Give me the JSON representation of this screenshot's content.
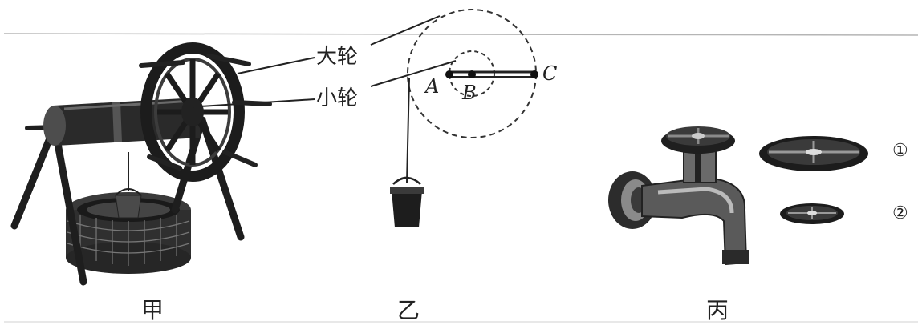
{
  "figure_labels": {
    "jia": "甲",
    "yi": "乙",
    "bing": "丙"
  },
  "wheel_labels": {
    "big_wheel": "大轮",
    "small_wheel": "小轮"
  },
  "points": {
    "a": "A",
    "b": "B",
    "c": "C"
  },
  "handle_labels": {
    "one": "①",
    "two": "②"
  }
}
